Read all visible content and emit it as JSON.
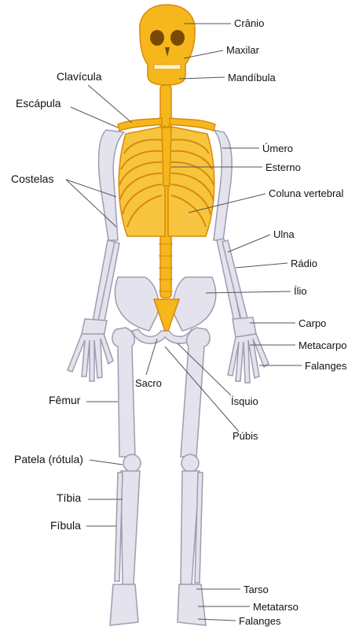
{
  "labels": {
    "cranio": "Crânio",
    "maxilar": "Maxilar",
    "mandibula": "Mandíbula",
    "clavicula": "Clavícula",
    "escapula": "Escápula",
    "umero": "Úmero",
    "esterno": "Esterno",
    "costelas": "Costelas",
    "coluna": "Coluna vertebral",
    "ulna": "Ulna",
    "radio": "Rádio",
    "ilio": "Ílio",
    "carpo": "Carpo",
    "metacarpo": "Metacarpo",
    "falanges_mao": "Falanges",
    "sacro": "Sacro",
    "isquio": "Ísquio",
    "femur": "Fêmur",
    "pubis": "Púbis",
    "patela": "Patela (rótula)",
    "tibia": "Tíbia",
    "fibula": "Fíbula",
    "tarso": "Tarso",
    "metatarso": "Metatarso",
    "falanges_pe": "Falanges"
  },
  "colors": {
    "axial_bone": "#f5b71c",
    "axial_shade": "#d98a0a",
    "appendicular_bone": "#e4e2ec",
    "appendicular_shade": "#9f9cb0",
    "leader_line": "#555555"
  }
}
